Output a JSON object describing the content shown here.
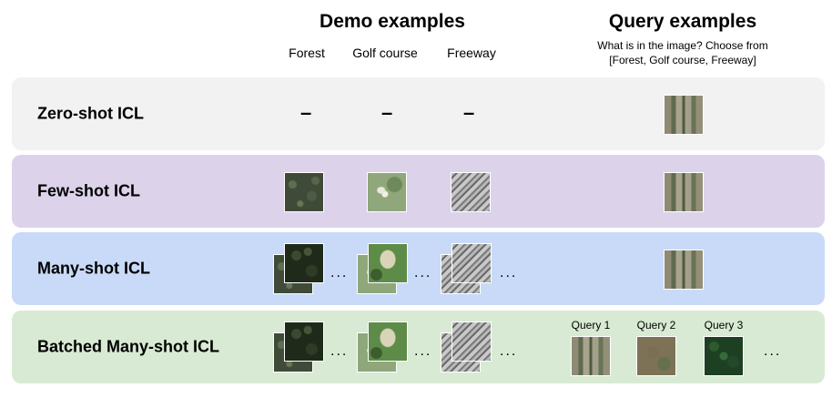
{
  "headings": {
    "demo": "Demo examples",
    "query": "Query examples"
  },
  "demo_columns": [
    "Forest",
    "Golf course",
    "Freeway"
  ],
  "query_prompt": {
    "line1": "What is in the image? Choose from",
    "line2": "[Forest, Golf course, Freeway]"
  },
  "rows": [
    {
      "label": "Zero-shot ICL",
      "color": "#f2f2f2"
    },
    {
      "label": "Few-shot ICL",
      "color": "#dcd3ea"
    },
    {
      "label": "Many-shot ICL",
      "color": "#c9daf8"
    },
    {
      "label": "Batched Many-shot ICL",
      "color": "#d8ead3"
    }
  ],
  "dash": "–",
  "ellipsis": "...",
  "query_labels": [
    "Query 1",
    "Query 2",
    "Query 3"
  ]
}
